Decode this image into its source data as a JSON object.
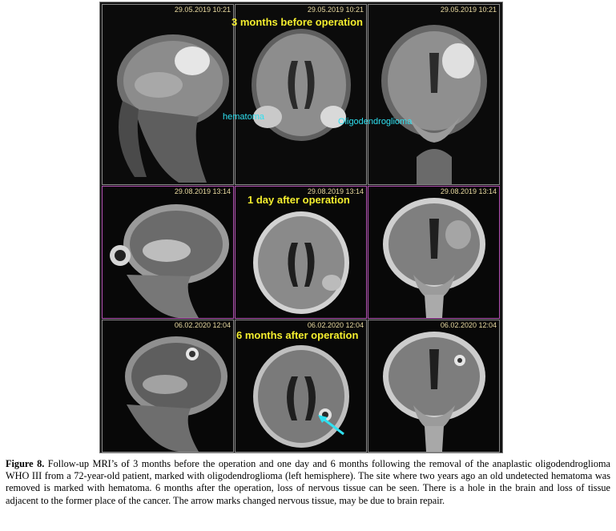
{
  "panels": {
    "r1": {
      "timestamp": "29.05.2019 10:21",
      "label": "3 months before operation"
    },
    "r2": {
      "timestamp_left": "29.08.2019 13:14",
      "timestamp_mid": "29.08.2019 13:14",
      "timestamp_right": "29.08.2019 13:14",
      "label": "1 day after operation"
    },
    "r3": {
      "timestamp": "06.02.2020 12:04",
      "label": "6 months after operation"
    }
  },
  "annotations": {
    "hematoma": "hematoma",
    "oligodendroglioma": "Oligodendroglioma"
  },
  "colors": {
    "timing_label": "#f4ee2e",
    "annotation": "#2fe0f0",
    "row2_border": "#b04fb0"
  },
  "caption": {
    "label": "Figure 8.",
    "text": " Follow-up MRI’s of 3 months before the operation and one day and 6 months following the removal of the anaplastic oligodendroglioma WHO III from a 72-year-old patient, marked with oligodendroglioma (left hemisphere). The site where two years ago an old undetected hematoma was removed is marked with hematoma. 6 months after the operation, loss of nervous tissue can be seen. There is a hole in the brain and loss of tissue adjacent to the former place of the cancer. The arrow marks changed nervous tissue, may be due to brain repair."
  }
}
